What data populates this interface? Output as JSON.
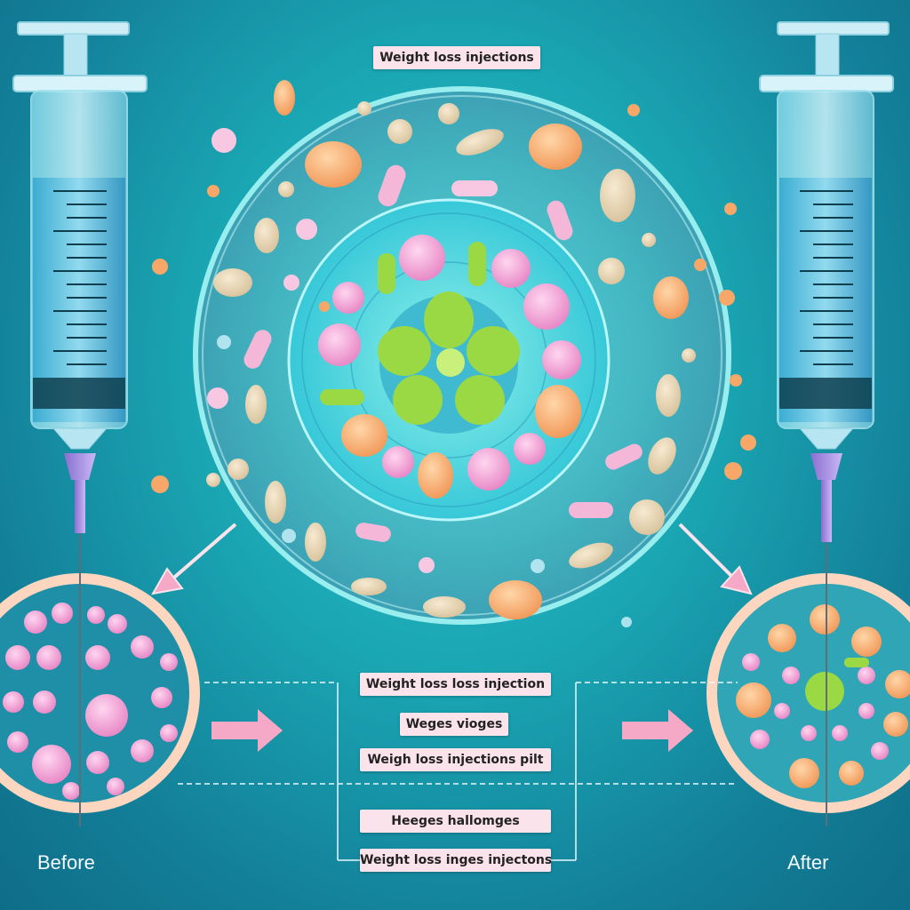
{
  "labels": {
    "top": "Weight loss injections",
    "mid1": "Weight loss loss injection",
    "mid2": "Weges vioges",
    "mid3": "Weigh loss injections pilt",
    "mid4": "Heeges hallomges",
    "mid5": "Weight loss inges injectons"
  },
  "captions": {
    "before": "Before",
    "after": "After"
  },
  "colors": {
    "background": "#1aa6b3",
    "label_bg": "#fbe3ec",
    "arrow": "#f6a9c6",
    "cell_pink": "#f3a4d6",
    "cell_green": "#9ad944",
    "cell_orange": "#f7b27a"
  }
}
